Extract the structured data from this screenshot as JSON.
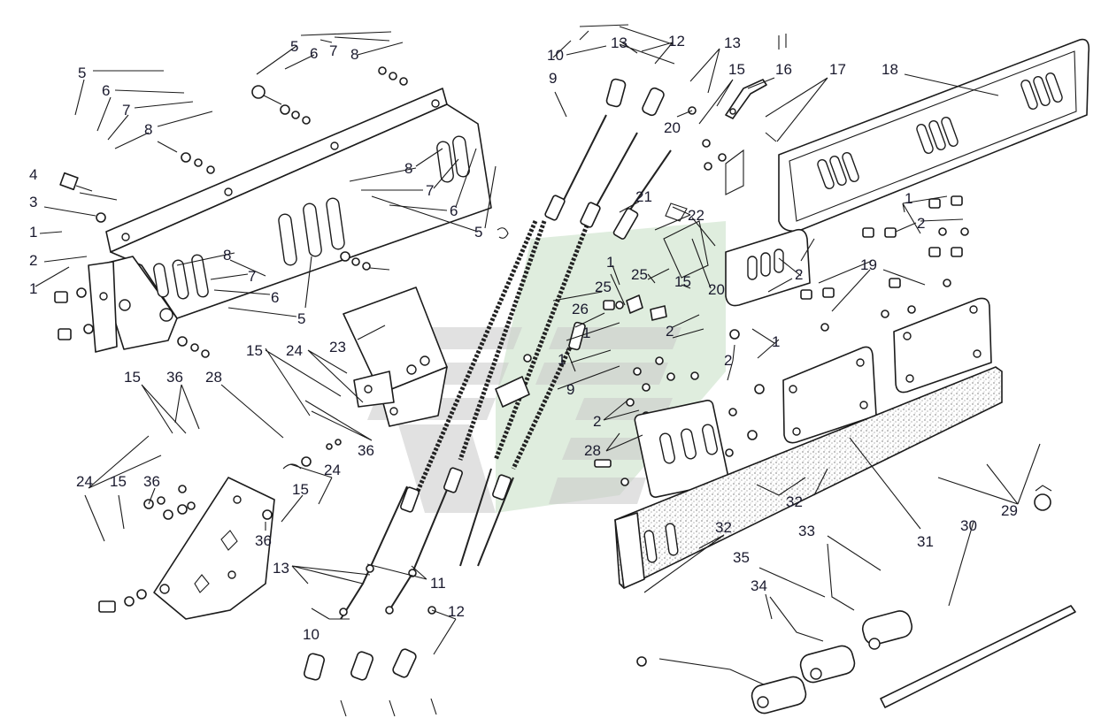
{
  "diagram": {
    "callouts": [
      {
        "id": "c-5a",
        "text": "5"
      },
      {
        "id": "c-6a",
        "text": "6"
      },
      {
        "id": "c-7a",
        "text": "7"
      },
      {
        "id": "c-8a",
        "text": "8"
      },
      {
        "id": "c-5b",
        "text": "5"
      },
      {
        "id": "c-6b",
        "text": "6"
      },
      {
        "id": "c-7b",
        "text": "7"
      },
      {
        "id": "c-8b",
        "text": "8"
      },
      {
        "id": "c-4",
        "text": "4"
      },
      {
        "id": "c-3",
        "text": "3"
      },
      {
        "id": "c-1a",
        "text": "1"
      },
      {
        "id": "c-2a",
        "text": "2"
      },
      {
        "id": "c-1b",
        "text": "1"
      },
      {
        "id": "c-8c",
        "text": "8"
      },
      {
        "id": "c-7c",
        "text": "7"
      },
      {
        "id": "c-6c",
        "text": "6"
      },
      {
        "id": "c-5c",
        "text": "5"
      },
      {
        "id": "c-8d",
        "text": "8"
      },
      {
        "id": "c-7d",
        "text": "7"
      },
      {
        "id": "c-6d",
        "text": "6"
      },
      {
        "id": "c-5d",
        "text": "5"
      },
      {
        "id": "c-23",
        "text": "23"
      },
      {
        "id": "c-15a",
        "text": "15"
      },
      {
        "id": "c-24a",
        "text": "24"
      },
      {
        "id": "c-15b",
        "text": "15"
      },
      {
        "id": "c-36a",
        "text": "36"
      },
      {
        "id": "c-28a",
        "text": "28"
      },
      {
        "id": "c-36b",
        "text": "36"
      },
      {
        "id": "c-24b",
        "text": "24"
      },
      {
        "id": "c-15c",
        "text": "15"
      },
      {
        "id": "c-36c",
        "text": "36"
      },
      {
        "id": "c-24c",
        "text": "24"
      },
      {
        "id": "c-15d",
        "text": "15"
      },
      {
        "id": "c-36d",
        "text": "36"
      },
      {
        "id": "c-13a",
        "text": "13"
      },
      {
        "id": "c-11",
        "text": "11"
      },
      {
        "id": "c-10a",
        "text": "10"
      },
      {
        "id": "c-12a",
        "text": "12"
      },
      {
        "id": "c-10b",
        "text": "10"
      },
      {
        "id": "c-13b",
        "text": "13"
      },
      {
        "id": "c-12b",
        "text": "12"
      },
      {
        "id": "c-13c",
        "text": "13"
      },
      {
        "id": "c-9a",
        "text": "9"
      },
      {
        "id": "c-15e",
        "text": "15"
      },
      {
        "id": "c-16",
        "text": "16"
      },
      {
        "id": "c-17",
        "text": "17"
      },
      {
        "id": "c-18",
        "text": "18"
      },
      {
        "id": "c-20a",
        "text": "20"
      },
      {
        "id": "c-21",
        "text": "21"
      },
      {
        "id": "c-22",
        "text": "22"
      },
      {
        "id": "c-1c",
        "text": "1"
      },
      {
        "id": "c-25a",
        "text": "25"
      },
      {
        "id": "c-15f",
        "text": "15"
      },
      {
        "id": "c-20b",
        "text": "20"
      },
      {
        "id": "c-25b",
        "text": "25"
      },
      {
        "id": "c-26",
        "text": "26"
      },
      {
        "id": "c-1d",
        "text": "1"
      },
      {
        "id": "c-2b",
        "text": "2"
      },
      {
        "id": "c-1e",
        "text": "1"
      },
      {
        "id": "c-9b",
        "text": "9"
      },
      {
        "id": "c-2c",
        "text": "2"
      },
      {
        "id": "c-28b",
        "text": "28"
      },
      {
        "id": "c-1f",
        "text": "1"
      },
      {
        "id": "c-2d",
        "text": "2"
      },
      {
        "id": "c-2e",
        "text": "2"
      },
      {
        "id": "c-19",
        "text": "19"
      },
      {
        "id": "c-1g",
        "text": "1"
      },
      {
        "id": "c-2f",
        "text": "2"
      },
      {
        "id": "c-32a",
        "text": "32"
      },
      {
        "id": "c-31",
        "text": "31"
      },
      {
        "id": "c-32b",
        "text": "32"
      },
      {
        "id": "c-33",
        "text": "33"
      },
      {
        "id": "c-30",
        "text": "30"
      },
      {
        "id": "c-29",
        "text": "29"
      },
      {
        "id": "c-35",
        "text": "35"
      },
      {
        "id": "c-34",
        "text": "34"
      }
    ]
  },
  "colors": {
    "line": "#1b1b1b",
    "text": "#1a1a2e",
    "watermark_gray": "#c9c9c9",
    "watermark_green": "#b8d8b6"
  }
}
